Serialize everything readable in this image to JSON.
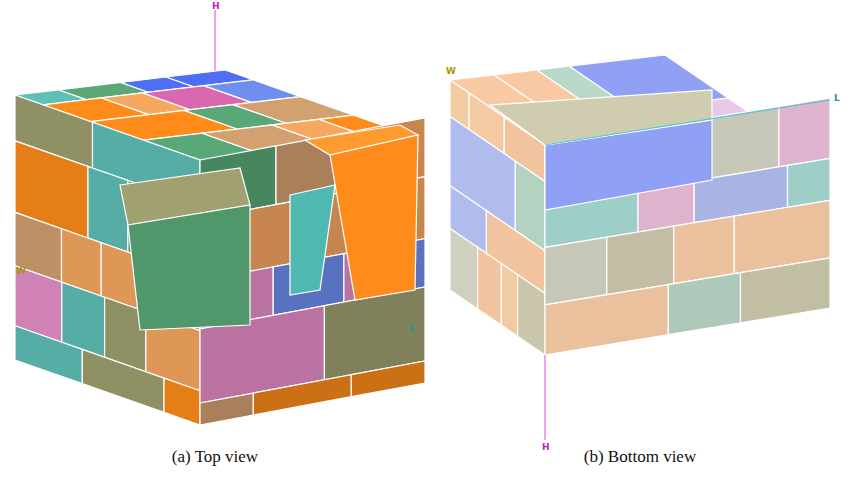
{
  "diagram": {
    "labels": [
      "H",
      "W",
      "L",
      "(a) Top view",
      "W",
      "L",
      "H",
      "(b) Bottom view"
    ]
  }
}
